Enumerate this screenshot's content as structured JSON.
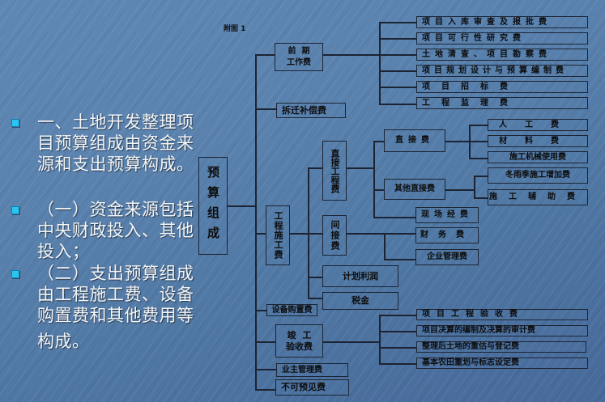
{
  "bullets": [
    {
      "lines": [
        "一、土地开发整理项",
        "目预算组成由资金来",
        "源和支出预算构成。"
      ]
    },
    {
      "lines": [
        "（一）资金来源包括",
        "中央财政投入、其他",
        "投入；"
      ]
    },
    {
      "lines": [
        "（二）支出预算组成",
        "由工程施工费、设备",
        "购置费和其他费用等",
        "构成。"
      ]
    }
  ],
  "diagram": {
    "caption": "附图 1",
    "root": "预算组成",
    "level1": {
      "preliminary": "前  期\n工作费",
      "demolition": "拆迁补偿费",
      "construction": "工程施工费",
      "equipment": "设备购置费",
      "completion": "竣  工\n验收费",
      "owner_mgmt": "业主管理费",
      "contingency": "不可预见费"
    },
    "preliminary_items": [
      "项目入库审查及报批费",
      "项目可行性研究费",
      "土地清查、项目勘察费",
      "项目规划设计与预算编制费",
      "项目招标费",
      "工程监理费"
    ],
    "construction_items": {
      "direct_engineering": "直接工程费",
      "indirect": "间接费",
      "planned_profit": "计划利润",
      "tax": "税金"
    },
    "direct_engineering_items": {
      "direct": "直接费",
      "other_direct": "其他直接费",
      "site": "现场经费"
    },
    "direct_items": [
      "人工费",
      "材料费",
      "施工机械使用费"
    ],
    "other_direct_items": [
      "冬雨季施工增加费",
      "施工辅助费"
    ],
    "indirect_items": [
      "财务费",
      "企业管理费"
    ],
    "completion_items": [
      "项目工程验收费",
      "项目决算的编制及决算的审计费",
      "整理后土地的重估与登记费",
      "基本农田重划与标志设定费"
    ]
  }
}
